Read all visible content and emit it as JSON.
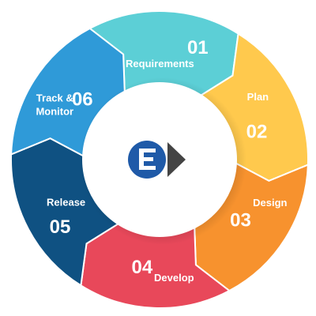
{
  "diagram": {
    "segments": [
      {
        "number": "01",
        "label_lines": [
          "Requirements"
        ],
        "color": "#5ccfd6"
      },
      {
        "number": "02",
        "label_lines": [
          "Plan"
        ],
        "color": "#ffc94d"
      },
      {
        "number": "03",
        "label_lines": [
          "Design"
        ],
        "color": "#f7922e"
      },
      {
        "number": "04",
        "label_lines": [
          "Develop"
        ],
        "color": "#e8485a"
      },
      {
        "number": "05",
        "label_lines": [
          "Release"
        ],
        "color": "#0f5182"
      },
      {
        "number": "06",
        "label_lines": [
          "Track &",
          "Monitor"
        ],
        "color": "#2f9ad8"
      }
    ],
    "center_logo": {
      "icon": "e-arrow-logo-icon",
      "circle_color": "#1f5aa8",
      "letter_color": "#ffffff",
      "arrow_color": "#444444"
    }
  }
}
